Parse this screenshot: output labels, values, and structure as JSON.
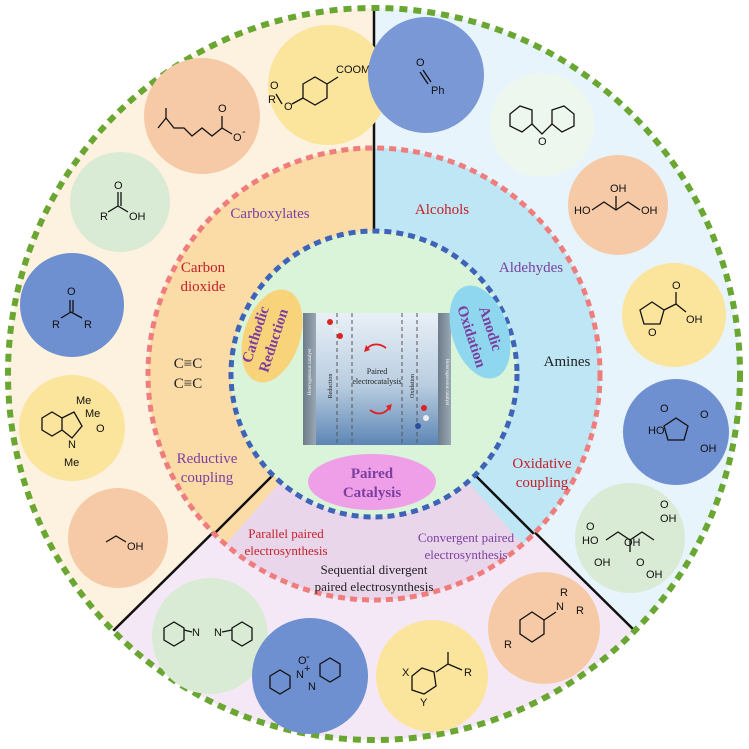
{
  "colors": {
    "outer_dash": "#6aa632",
    "mid_dash": "#ef7d7d",
    "inner_dash": "#3f63b6",
    "bg_left": "#fdf1df",
    "bg_right": "#e7f4fb",
    "bg_bottom": "#f5e8f6",
    "ring_left": "#fbdca7",
    "ring_right": "#bfe6f4",
    "ring_bottom": "#ead6eb",
    "center": "#daf4da",
    "red_text": "#c4202a",
    "purple_text": "#7b3fa0",
    "black_text": "#222222",
    "cathodic_fill": "#f9d37a",
    "anodic_fill": "#8fd6ef",
    "paired_fill": "#ef9ee8"
  },
  "left": {
    "carboxylates": "Carboxylates",
    "carbon_dioxide_1": "Carbon",
    "carbon_dioxide_2": "dioxide",
    "alkyne_1": "C≡C",
    "alkyne_2": "C≡C",
    "reductive_1": "Reductive",
    "reductive_2": "coupling"
  },
  "right": {
    "alcohols": "Alcohols",
    "aldehydes": "Aldehydes",
    "amines": "Amines",
    "oxidative_1": "Oxidative",
    "oxidative_2": "coupling"
  },
  "bottom": {
    "parallel_1": "Parallel paired",
    "parallel_2": "electrosynthesis",
    "convergent_1": "Convergent paired",
    "convergent_2": "electrosynthesis",
    "sequential_1": "Sequential divergent",
    "sequential_2": "paired electrosynthesis"
  },
  "center": {
    "cathodic_1": "Cathodic",
    "cathodic_2": "Reduction",
    "anodic_1": "Anodic",
    "anodic_2": "Oxidation",
    "paired_1": "Paired",
    "paired_2": "Catalysis",
    "cell_paired_1": "Paired",
    "cell_paired_2": "electrocatalysis",
    "cell_reduction": "Reduction",
    "cell_oxidation": "Oxidation",
    "cell_left_electrode": "Heterogeneous catalyst",
    "cell_right_electrode": "Heterogeneous catalyst"
  },
  "molecules": {
    "ester": {
      "label": "COOMe",
      "r": "R",
      "o1": "O",
      "o2": "O"
    },
    "carboxylate": {
      "o1": "O",
      "o2": "O",
      "charge": "-"
    },
    "acid": {
      "r": "R",
      "o": "O",
      "oh": "OH"
    },
    "ketone": {
      "o": "O",
      "r1": "R",
      "r2": "R"
    },
    "oxindole": {
      "me1": "Me",
      "me2": "Me",
      "n": "N",
      "me3": "Me",
      "o": "O"
    },
    "ethanol": {
      "oh": "OH"
    },
    "benzaldehyde": {
      "o": "O",
      "ph": "Ph"
    },
    "dibenzofuran": {
      "o": "O"
    },
    "glycerol": {
      "ho": "HO",
      "oh1": "OH",
      "oh2": "OH"
    },
    "furoic": {
      "o": "O",
      "o2": "O",
      "oh": "OH"
    },
    "diacid": {
      "ho": "HO",
      "o1": "O",
      "o2": "O",
      "oh": "OH"
    },
    "citric": {
      "oh1": "OH",
      "oh2": "OH",
      "oh3": "OH",
      "oh4": "OH",
      "o1": "O",
      "o2": "O",
      "o3": "O",
      "ho": "HO"
    },
    "azo": {
      "n1": "N",
      "n2": "N"
    },
    "azoxy": {
      "o": "O",
      "n1": "N",
      "n2": "N",
      "plus": "+",
      "minus": "-"
    },
    "aryl": {
      "x": "X",
      "y": "Y",
      "r": "R"
    },
    "amine": {
      "r1": "R",
      "r2": "R",
      "n": "N",
      "r3": "R"
    }
  }
}
